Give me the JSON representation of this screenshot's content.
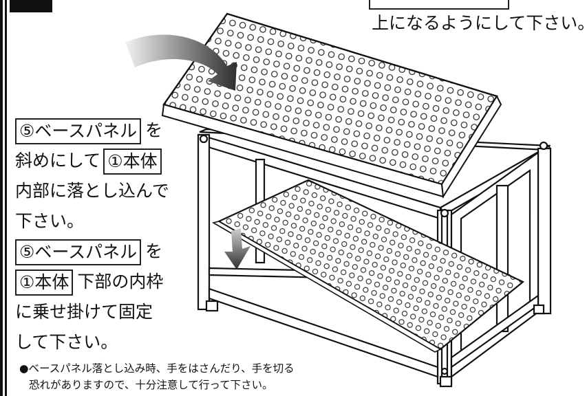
{
  "header": {
    "top_note": "上になるようにして下さい。"
  },
  "instructions": [
    {
      "lines": [
        {
          "tag": "⑤ベースパネル",
          "text": "を"
        },
        {
          "pre": "斜めにして",
          "tag": "①本体",
          "text": ""
        },
        {
          "text": "内部に落とし込んで"
        },
        {
          "text": "下さい。"
        }
      ]
    },
    {
      "lines": [
        {
          "tag": "⑤ベースパネル",
          "text": "を"
        },
        {
          "tag": "①本体",
          "text": "下部の内枠"
        },
        {
          "text": "に乗せ掛けて固定"
        },
        {
          "text": "して下さい。"
        }
      ]
    }
  ],
  "footnote": {
    "line1": "●ベースパネル落とし込み時、手をはさんだり、手を切る",
    "line2": "恐れがありますので、十分注意して行って下さい。"
  },
  "colors": {
    "ink": "#111111",
    "arrow_dark": "#3a3a3a",
    "arrow_light": "#d8d8d8"
  }
}
